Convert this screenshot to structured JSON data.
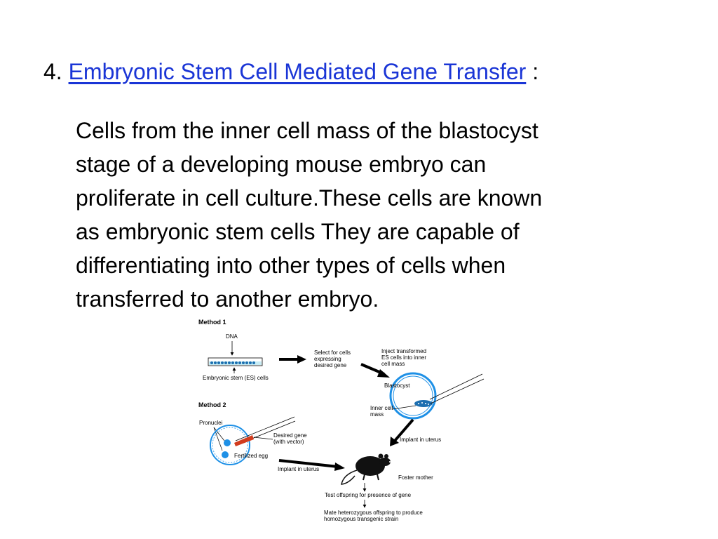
{
  "slide": {
    "number": "4.",
    "title_link": "Embryonic Stem Cell Mediated Gene Transfer",
    "title_suffix": " :",
    "body_lines": [
      "Cells from the inner cell mass of the blastocyst",
      "stage of a developing mouse embryo can",
      "proliferate in cell culture.These cells are known",
      "as embryonic stem cells They are capable of",
      "differentiating into other types of cells when",
      "transferred to another embryo."
    ]
  },
  "diagram": {
    "method1_title": "Method 1",
    "dna_label": "DNA",
    "es_cells_label": "Embryonic stem (ES) cells",
    "select_label": [
      "Select for cells",
      "expressing",
      "desired gene"
    ],
    "inject_label": [
      "Inject transformed",
      "ES cells into inner",
      "cell mass"
    ],
    "blastocyst_label": "Blastocyst",
    "inner_cell_mass_label": [
      "Inner cell",
      "mass"
    ],
    "method2_title": "Method 2",
    "pronuclei_label": "Pronuclei",
    "desired_gene_label": [
      "Desired gene",
      "(with vector)"
    ],
    "fertilized_egg_label": "Fertilized egg",
    "implant_uterus_label_1": "Implant in uterus",
    "implant_uterus_label_2": "Implant in uterus",
    "foster_mother_label": "Foster mother",
    "test_offspring_label": "Test offspring for presence of gene",
    "mate_label": [
      "Mate heterozygous offspring to produce",
      "homozygous transgenic strain"
    ],
    "colors": {
      "cell_blue": "#1e90e6",
      "vector_red": "#d23c1e",
      "link_blue": "#1a35d6"
    }
  }
}
